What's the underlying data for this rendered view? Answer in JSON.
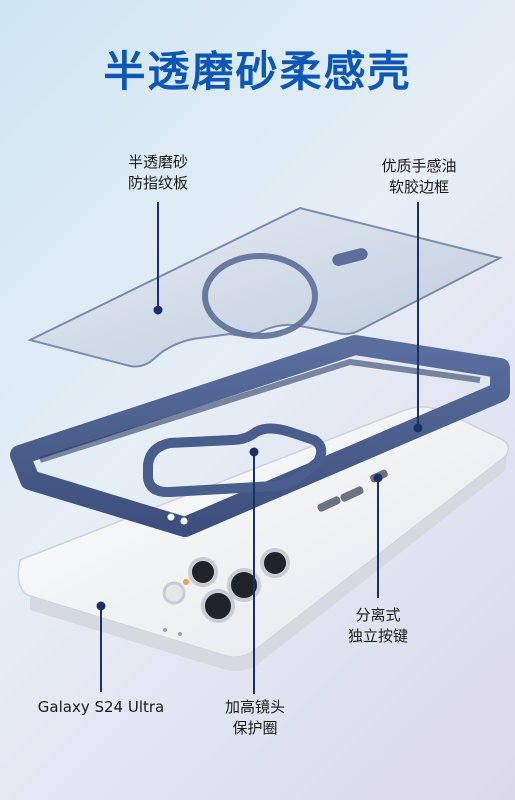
{
  "title": "半透磨砂柔感壳",
  "labels": {
    "back_panel": [
      "半透磨砂",
      "防指纹板"
    ],
    "bumper": [
      "优质手感油",
      "软胶边框"
    ],
    "buttons": [
      "分离式",
      "独立按键"
    ],
    "phone_model": "Galaxy S24 Ultra",
    "camera_ring": [
      "加高镜头",
      "保护圈"
    ]
  },
  "colors": {
    "accent": "#0c57b5",
    "bumper": "#4a5e8e",
    "line": "#1b2f6b"
  }
}
